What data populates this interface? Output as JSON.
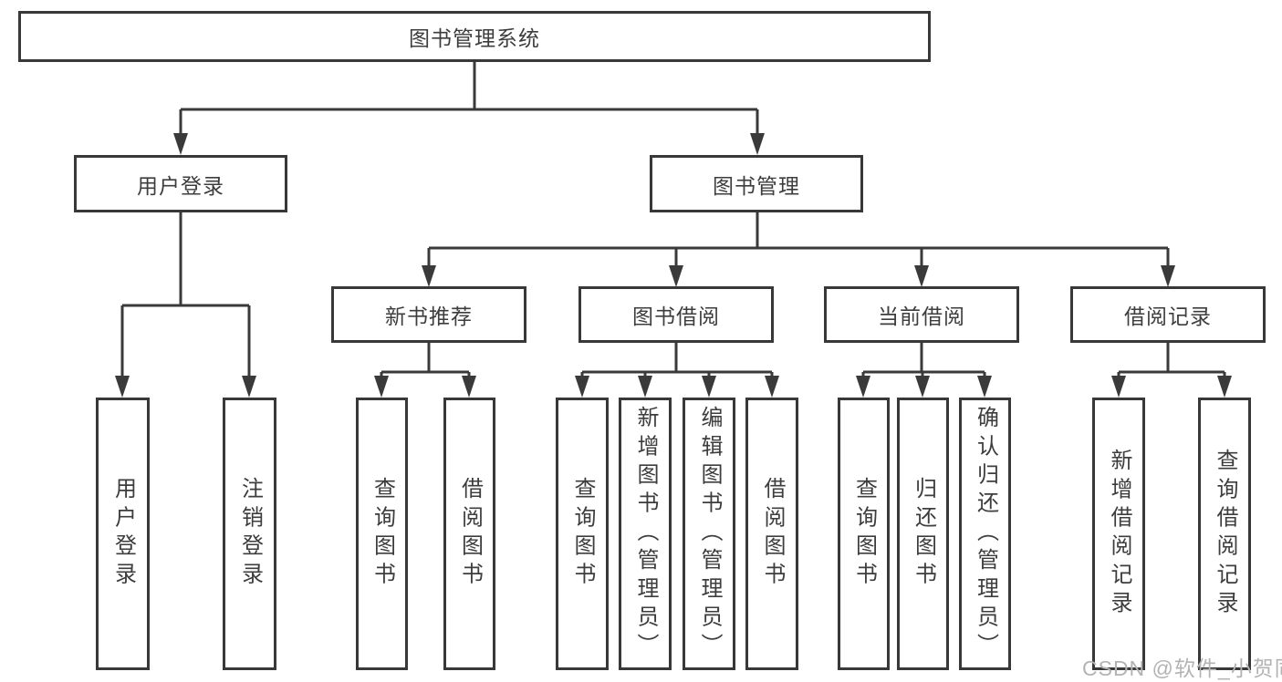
{
  "diagram": {
    "root": "图书管理系统",
    "level2": {
      "user_login": "用户登录",
      "book_mgmt": "图书管理"
    },
    "level3": {
      "new_books": "新书推荐",
      "borrowing": "图书借阅",
      "current": "当前借阅",
      "records": "借阅记录"
    },
    "leaves": {
      "user_login": [
        "用户登录",
        "注销登录"
      ],
      "new_books": [
        "查询图书",
        "借阅图书"
      ],
      "borrowing": [
        "查询图书",
        "新增图书（管理员）",
        "编辑图书（管理员）",
        "借阅图书"
      ],
      "current": [
        "查询图书",
        "归还图书",
        "确认归还（管理员）"
      ],
      "records": [
        "新增借阅记录",
        "查询借阅记录"
      ]
    }
  },
  "watermark": "CSDN @软件_小贺同学",
  "colors": {
    "line": "#3a3a3a",
    "box_border": "#383838",
    "text": "#3d3d3d",
    "watermark": "#b3b3b3",
    "background": "#ffffff"
  }
}
